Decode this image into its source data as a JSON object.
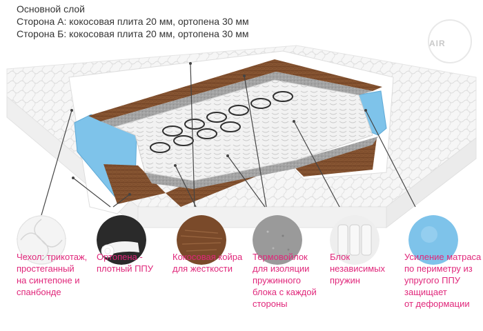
{
  "header": {
    "line1": "Основной слой",
    "line2": "Сторона А: кокосовая плита 20 мм, ортопена 30 мм",
    "line3": "Сторона Б: кокосовая плита 20 мм, ортопена 30 мм"
  },
  "logo": {
    "text": "AIR"
  },
  "colors": {
    "caption": "#e0267a",
    "coconut": "#7a4a2a",
    "foam_blue": "#7ec3ea",
    "felt_gray": "#9c9c9c",
    "cover": "#f4f4f4"
  },
  "captions": [
    {
      "icon": "quilted-cover-icon",
      "lines": [
        "Чехол: трикотаж,",
        "простеганный",
        "на синтепоне и",
        "спанбонде"
      ]
    },
    {
      "icon": "orthofoam-roll-icon",
      "lines": [
        "Ортопена -",
        "плотный ППУ"
      ]
    },
    {
      "icon": "coconut-coir-icon",
      "lines": [
        "Кокосовая койра",
        "для жесткости"
      ]
    },
    {
      "icon": "thermal-felt-icon",
      "lines": [
        "Термовойлок",
        "для изоляции",
        "пружинного",
        "блока с каждой",
        "стороны"
      ]
    },
    {
      "icon": "pocket-springs-icon",
      "lines": [
        "Блок",
        "независимых",
        "пружин"
      ]
    },
    {
      "icon": "blue-foam-icon",
      "lines": [
        "Усиление матраса",
        "по периметру из",
        "упругого ППУ",
        "защищает",
        "от деформации"
      ]
    }
  ]
}
